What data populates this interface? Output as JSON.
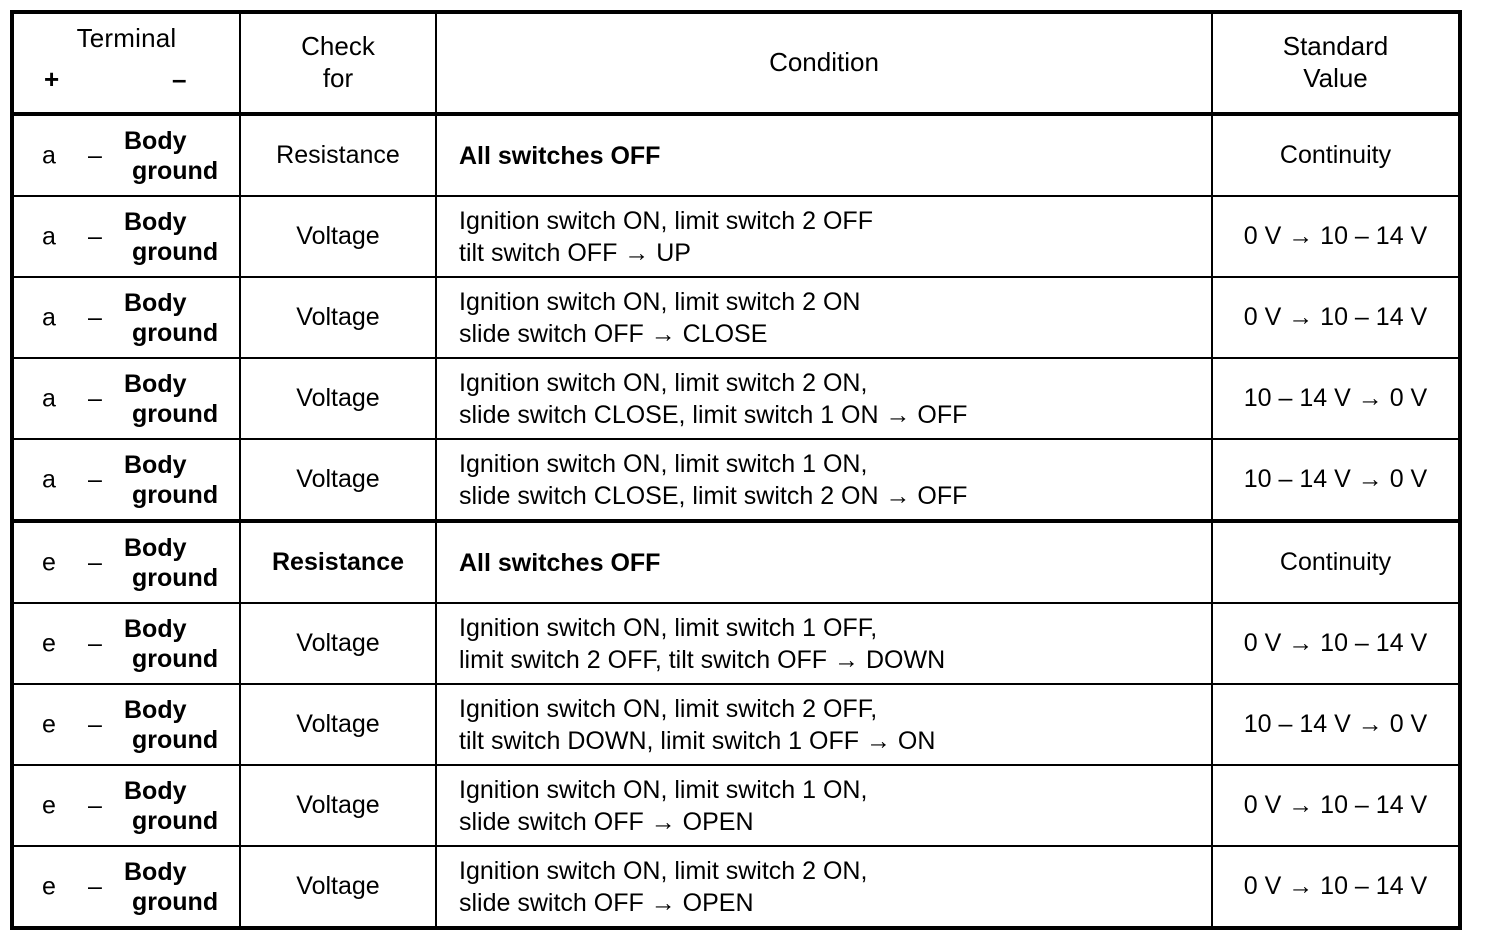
{
  "table": {
    "columns": [
      {
        "key": "terminal",
        "label": "Terminal",
        "sub_plus": "+",
        "sub_minus": "–"
      },
      {
        "key": "check",
        "label_line1": "Check",
        "label_line2": "for"
      },
      {
        "key": "condition",
        "label": "Condition"
      },
      {
        "key": "standard",
        "label_line1": "Standard",
        "label_line2": "Value"
      }
    ],
    "rows": [
      {
        "terminal_plus": "a",
        "terminal_dash": "–",
        "terminal_minus_l1": "Body",
        "terminal_minus_l2": "ground",
        "check_for": "Resistance",
        "condition_l1": "All switches OFF",
        "condition_l2": "",
        "standard_value": "Continuity"
      },
      {
        "terminal_plus": "a",
        "terminal_dash": "–",
        "terminal_minus_l1": "Body",
        "terminal_minus_l2": "ground",
        "check_for": "Voltage",
        "condition_l1": "Ignition switch ON, limit switch 2 OFF",
        "condition_l2": "tilt switch OFF → UP",
        "standard_value": "0 V → 10 – 14 V"
      },
      {
        "terminal_plus": "a",
        "terminal_dash": "–",
        "terminal_minus_l1": "Body",
        "terminal_minus_l2": "ground",
        "check_for": "Voltage",
        "condition_l1": "Ignition switch ON, limit switch 2 ON",
        "condition_l2": "slide switch OFF → CLOSE",
        "standard_value": "0 V → 10 – 14 V"
      },
      {
        "terminal_plus": "a",
        "terminal_dash": "–",
        "terminal_minus_l1": "Body",
        "terminal_minus_l2": "ground",
        "check_for": "Voltage",
        "condition_l1": "Ignition switch ON, limit switch 2 ON,",
        "condition_l2": "slide switch CLOSE, limit switch 1 ON → OFF",
        "standard_value": "10 – 14 V → 0 V"
      },
      {
        "terminal_plus": "a",
        "terminal_dash": "–",
        "terminal_minus_l1": "Body",
        "terminal_minus_l2": "ground",
        "check_for": "Voltage",
        "condition_l1": "Ignition switch ON, limit switch 1 ON,",
        "condition_l2": "slide switch CLOSE, limit switch 2 ON → OFF",
        "standard_value": "10 – 14 V → 0 V"
      },
      {
        "terminal_plus": "e",
        "terminal_dash": "–",
        "terminal_minus_l1": "Body",
        "terminal_minus_l2": "ground",
        "check_for": "Resistance",
        "condition_l1": "All switches OFF",
        "condition_l2": "",
        "standard_value": "Continuity"
      },
      {
        "terminal_plus": "e",
        "terminal_dash": "–",
        "terminal_minus_l1": "Body",
        "terminal_minus_l2": "ground",
        "check_for": "Voltage",
        "condition_l1": "Ignition switch ON, limit switch 1 OFF,",
        "condition_l2": "limit switch 2 OFF, tilt switch OFF → DOWN",
        "standard_value": "0 V → 10 – 14 V"
      },
      {
        "terminal_plus": "e",
        "terminal_dash": "–",
        "terminal_minus_l1": "Body",
        "terminal_minus_l2": "ground",
        "check_for": "Voltage",
        "condition_l1": "Ignition switch ON, limit switch 2 OFF,",
        "condition_l2": "tilt switch DOWN, limit switch 1 OFF → ON",
        "standard_value": "10 – 14 V → 0 V"
      },
      {
        "terminal_plus": "e",
        "terminal_dash": "–",
        "terminal_minus_l1": "Body",
        "terminal_minus_l2": "ground",
        "check_for": "Voltage",
        "condition_l1": "Ignition switch ON, limit switch 1 ON,",
        "condition_l2": "slide switch OFF → OPEN",
        "standard_value": "0 V → 10 – 14 V"
      },
      {
        "terminal_plus": "e",
        "terminal_dash": "–",
        "terminal_minus_l1": "Body",
        "terminal_minus_l2": "ground",
        "check_for": "Voltage",
        "condition_l1": "Ignition switch ON, limit switch 2 ON,",
        "condition_l2": "slide switch OFF → OPEN",
        "standard_value": "0 V → 10 – 14 V"
      }
    ]
  }
}
